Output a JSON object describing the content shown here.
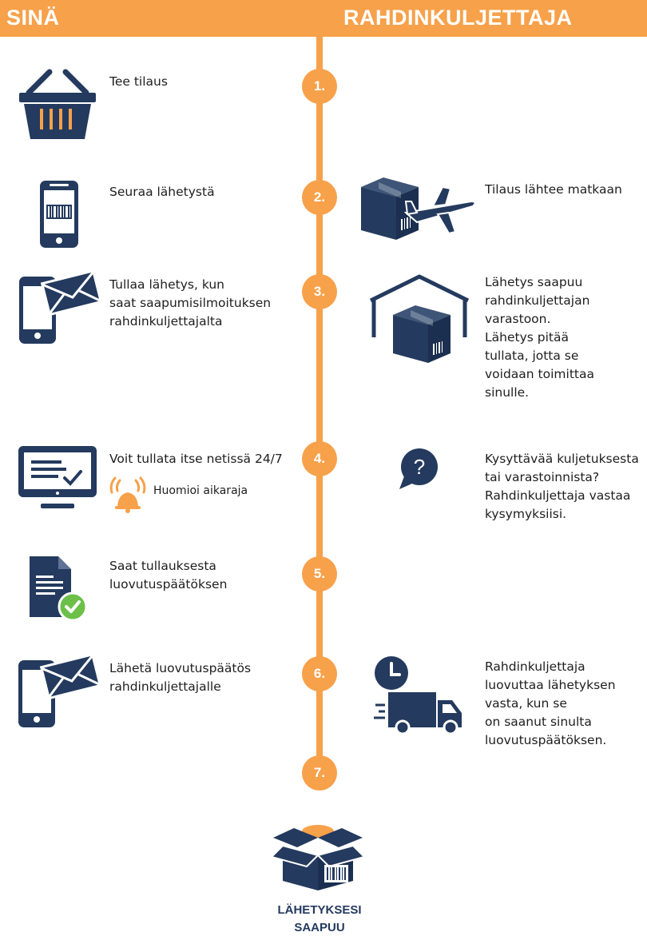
{
  "header": {
    "left": "SINÄ",
    "right": "RAHDINKULJETTAJA"
  },
  "steps": [
    "1.",
    "2.",
    "3.",
    "4.",
    "5.",
    "6.",
    "7."
  ],
  "left": {
    "s1": "Tee tilaus",
    "s2": "Seuraa lähetystä",
    "s3": [
      "Tullaa lähetys, kun",
      "saat saapumisilmoituksen",
      "rahdinkuljettajalta"
    ],
    "s4": "Voit tullata itse netissä 24/7",
    "s4_note": "Huomioi aikaraja",
    "s5": [
      "Saat tullauksesta",
      "luovutuspäätöksen"
    ],
    "s6": [
      "Lähetä luovutuspäätös",
      "rahdinkuljettajalle"
    ]
  },
  "right": {
    "s2": "Tilaus lähtee matkaan",
    "s3": [
      "Lähetys saapuu",
      "rahdinkuljettajan",
      "varastoon.",
      "Lähetys pitää",
      "tullata, jotta se",
      "voidaan toimittaa",
      "sinulle."
    ],
    "s4": [
      "Kysyttävää kuljetuksesta",
      "tai varastoinnista?",
      "Rahdinkuljettaja vastaa",
      "kysymyksiisi."
    ],
    "s6": [
      "Rahdinkuljettaja",
      "luovuttaa lähetyksen",
      "vasta, kun se",
      "on saanut sinulta",
      "luovutuspäätöksen."
    ]
  },
  "final": [
    "LÄHETYKSESI",
    "SAAPUU"
  ],
  "icons": {
    "basket": "shopping-basket-icon",
    "phone": "phone-barcode-icon",
    "mail_phone": "phone-mail-icon",
    "monitor": "monitor-check-icon",
    "bell": "alarm-bell-icon",
    "doc": "document-check-icon",
    "plane_box": "box-plane-icon",
    "warehouse": "warehouse-box-icon",
    "chat": "question-chat-icon",
    "truck": "truck-clock-icon",
    "open_box": "open-box-icon"
  },
  "colors": {
    "accent": "#f7a14a",
    "navy": "#243a5e",
    "green": "#6cc04a",
    "white": "#ffffff"
  }
}
